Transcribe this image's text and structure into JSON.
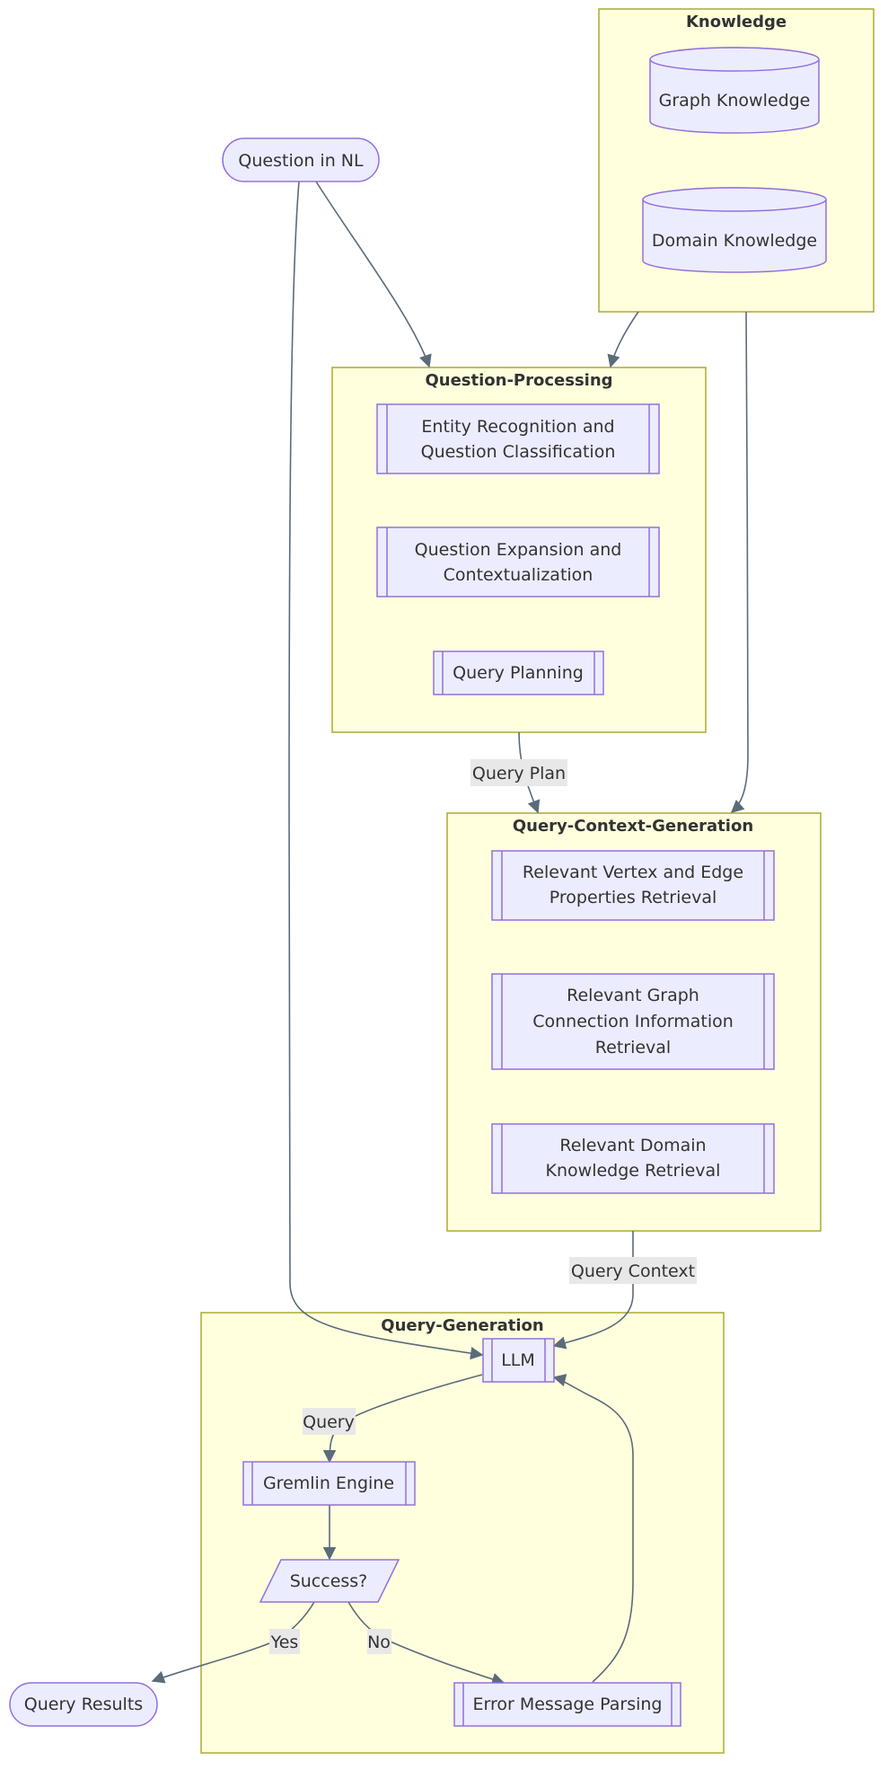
{
  "clusters": {
    "knowledge": "Knowledge",
    "question_processing": "Question-Processing",
    "query_context_generation": "Query-Context-Generation",
    "query_generation": "Query-Generation"
  },
  "nodes": {
    "question_nl": "Question in NL",
    "graph_knowledge": "Graph Knowledge",
    "domain_knowledge": "Domain Knowledge",
    "entity_recognition": [
      "Entity Recognition and",
      "Question Classification"
    ],
    "question_expansion": [
      "Question Expansion and",
      "Contextualization"
    ],
    "query_planning": "Query Planning",
    "vertex_edge_retrieval": [
      "Relevant Vertex and Edge",
      "Properties Retrieval"
    ],
    "graph_connection_retrieval": [
      "Relevant Graph",
      "Connection Information",
      "Retrieval"
    ],
    "domain_knowledge_retrieval": [
      "Relevant Domain",
      "Knowledge Retrieval"
    ],
    "llm": "LLM",
    "gremlin_engine": "Gremlin Engine",
    "success": "Success?",
    "error_parsing": "Error Message Parsing",
    "query_results": "Query Results"
  },
  "edge_labels": {
    "query_plan": "Query Plan",
    "query_context": "Query Context",
    "query": "Query",
    "yes": "Yes",
    "no": "No"
  },
  "colors": {
    "cluster_fill": "#ffffde",
    "cluster_stroke": "#aaaa33",
    "node_fill": "#ececff",
    "node_stroke": "#9370db",
    "edge": "#5c6b7a"
  }
}
